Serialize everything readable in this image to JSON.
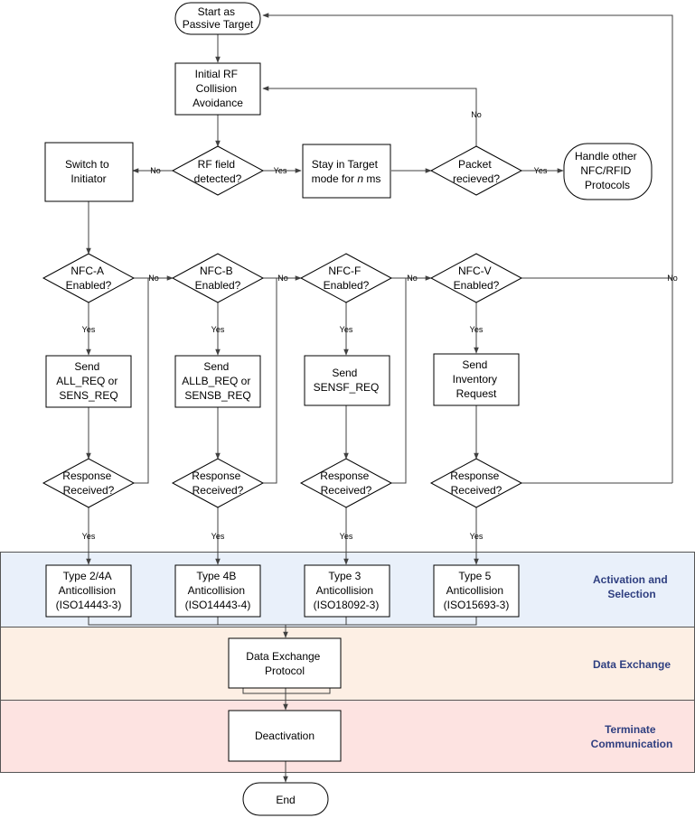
{
  "colors": {
    "zone_activation": "#e9f0fa",
    "zone_data": "#fdefe4",
    "zone_terminate": "#fde3e1",
    "zone_title": "#2f3f80",
    "zone_border": "#555555"
  },
  "zones": {
    "activation": [
      "Activation and",
      "Selection"
    ],
    "data_exchange": [
      "Data Exchange"
    ],
    "terminate": [
      "Terminate",
      "Communication"
    ]
  },
  "nodes": {
    "start": [
      "Start as",
      "Passive Target"
    ],
    "collision": [
      "Initial RF",
      "Collision",
      "Avoidance"
    ],
    "rf_detected": [
      "RF field",
      "detected?"
    ],
    "stay_target": [
      "Stay in Target",
      "mode for",
      "n",
      "ms"
    ],
    "packet": [
      "Packet",
      "recieved?"
    ],
    "handle_other": [
      "Handle other",
      "NFC/RFID",
      "Protocols"
    ],
    "switch_init": [
      "Switch to",
      "Initiator"
    ],
    "nfca": [
      "NFC-A",
      "Enabled?"
    ],
    "nfcb": [
      "NFC-B",
      "Enabled?"
    ],
    "nfcf": [
      "NFC-F",
      "Enabled?"
    ],
    "nfcv": [
      "NFC-V",
      "Enabled?"
    ],
    "send_a": [
      "Send",
      "ALL_REQ or",
      "SENS_REQ"
    ],
    "send_b": [
      "Send",
      "ALLB_REQ or",
      "SENSB_REQ"
    ],
    "send_f": [
      "Send",
      "SENSF_REQ"
    ],
    "send_v": [
      "Send",
      "Inventory",
      "Request"
    ],
    "resp_a": [
      "Response",
      "Received?"
    ],
    "resp_b": [
      "Response",
      "Received?"
    ],
    "resp_f": [
      "Response",
      "Received?"
    ],
    "resp_v": [
      "Response",
      "Received?"
    ],
    "type_a": [
      "Type 2/4A",
      "Anticollision",
      "(ISO14443-3)"
    ],
    "type_b": [
      "Type 4B",
      "Anticollision",
      "(ISO14443-4)"
    ],
    "type_f": [
      "Type 3",
      "Anticollision",
      "(ISO18092-3)"
    ],
    "type_v": [
      "Type 5",
      "Anticollision",
      "(ISO15693-3)"
    ],
    "data_exchange": [
      "Data Exchange",
      "Protocol"
    ],
    "deactivation": [
      "Deactivation"
    ],
    "end": [
      "End"
    ]
  },
  "edge_labels": {
    "yes": "Yes",
    "no": "No"
  }
}
